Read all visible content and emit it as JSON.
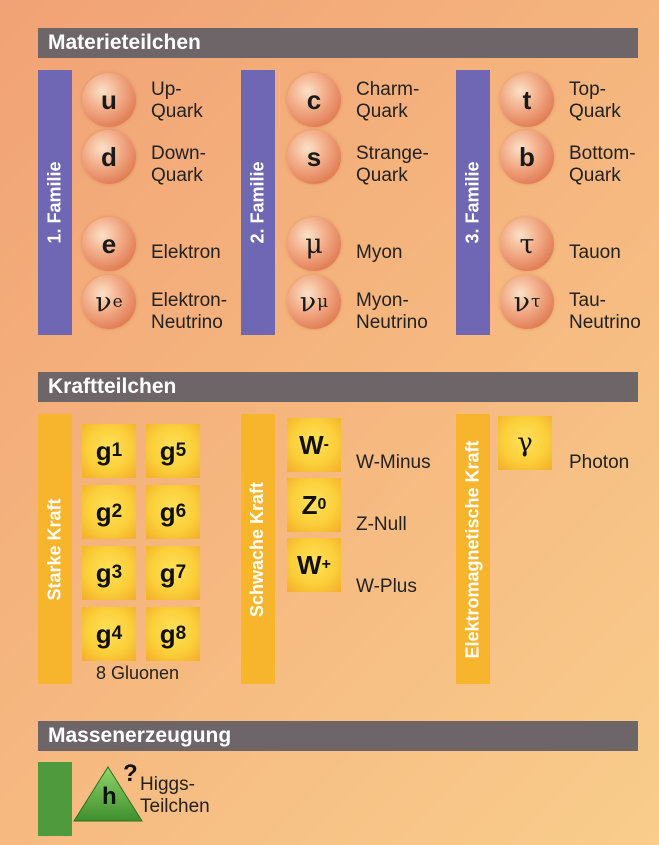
{
  "sections": {
    "matter": "Materieteilchen",
    "force": "Kraftteilchen",
    "mass": "Massenerzeugung"
  },
  "families": [
    {
      "label": "1. Familie",
      "particles": [
        {
          "symbol": "u",
          "name": "Up-\nQuark"
        },
        {
          "symbol": "d",
          "name": "Down-\nQuark"
        },
        {
          "symbol": "e",
          "name": "Elektron"
        },
        {
          "symbol": "ν",
          "sub": "e",
          "name": "Elektron-\nNeutrino"
        }
      ]
    },
    {
      "label": "2. Familie",
      "particles": [
        {
          "symbol": "c",
          "name": "Charm-\nQuark"
        },
        {
          "symbol": "s",
          "name": "Strange-\nQuark"
        },
        {
          "symbol": "μ",
          "name": "Myon"
        },
        {
          "symbol": "ν",
          "sub": "μ",
          "name": "Myon-\nNeutrino"
        }
      ]
    },
    {
      "label": "3. Familie",
      "particles": [
        {
          "symbol": "t",
          "name": "Top-\nQuark"
        },
        {
          "symbol": "b",
          "name": "Bottom-\nQuark"
        },
        {
          "symbol": "τ",
          "name": "Tauon"
        },
        {
          "symbol": "ν",
          "sub": "τ",
          "name": "Tau-\nNeutrino"
        }
      ]
    }
  ],
  "strong": {
    "label": "Starke Kraft",
    "gluons": [
      {
        "symbol": "g",
        "sub": "1"
      },
      {
        "symbol": "g",
        "sub": "5"
      },
      {
        "symbol": "g",
        "sub": "2"
      },
      {
        "symbol": "g",
        "sub": "6"
      },
      {
        "symbol": "g",
        "sub": "3"
      },
      {
        "symbol": "g",
        "sub": "7"
      },
      {
        "symbol": "g",
        "sub": "4"
      },
      {
        "symbol": "g",
        "sub": "8"
      }
    ],
    "caption": "8 Gluonen"
  },
  "weak": {
    "label": "Schwache Kraft",
    "bosons": [
      {
        "symbol": "W",
        "sup": "-",
        "name": "W-Minus"
      },
      {
        "symbol": "Z",
        "sup": "0",
        "name": "Z-Null"
      },
      {
        "symbol": "W",
        "sup": "+",
        "name": "W-Plus"
      }
    ]
  },
  "em": {
    "label": "Elektromagnetische Kraft",
    "boson": {
      "symbol": "γ",
      "name": "Photon"
    }
  },
  "higgs": {
    "symbol": "h",
    "mark": "?",
    "name": "Higgs-\nTeilchen"
  },
  "colors": {
    "header": "#6d6568",
    "family_bar": "#6f67b3",
    "force_bar": "#f6b52c",
    "higgs_bar": "#4f9a3c",
    "higgs_triangle": "#5aa63e"
  }
}
